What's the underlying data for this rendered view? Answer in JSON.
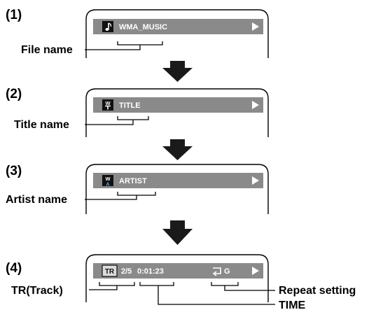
{
  "steps": [
    {
      "number": "(1)",
      "bar_text": "WMA_MUSIC",
      "icon": "music-note-icon",
      "callout": "File name"
    },
    {
      "number": "(2)",
      "bar_text": "TITLE",
      "icon": "title-icon",
      "callout": "Title name"
    },
    {
      "number": "(3)",
      "bar_text": "ARTIST",
      "icon": "artist-icon",
      "callout": "Artist name"
    },
    {
      "number": "(4)",
      "track_badge": "TR",
      "track_value": "2/5",
      "time_value": "0:01:23",
      "repeat_icon": "repeat-icon",
      "repeat_value": "G",
      "callouts": {
        "track": "TR(Track)",
        "time": "TIME",
        "repeat": "Repeat setting"
      }
    }
  ],
  "play_icon": "play-triangle-icon",
  "arrow_icon": "down-arrow-icon",
  "colors": {
    "bar": "#8a8a8a",
    "bar_text": "#ffffff",
    "line": "#000000",
    "arrow": "#1a1a1a"
  }
}
